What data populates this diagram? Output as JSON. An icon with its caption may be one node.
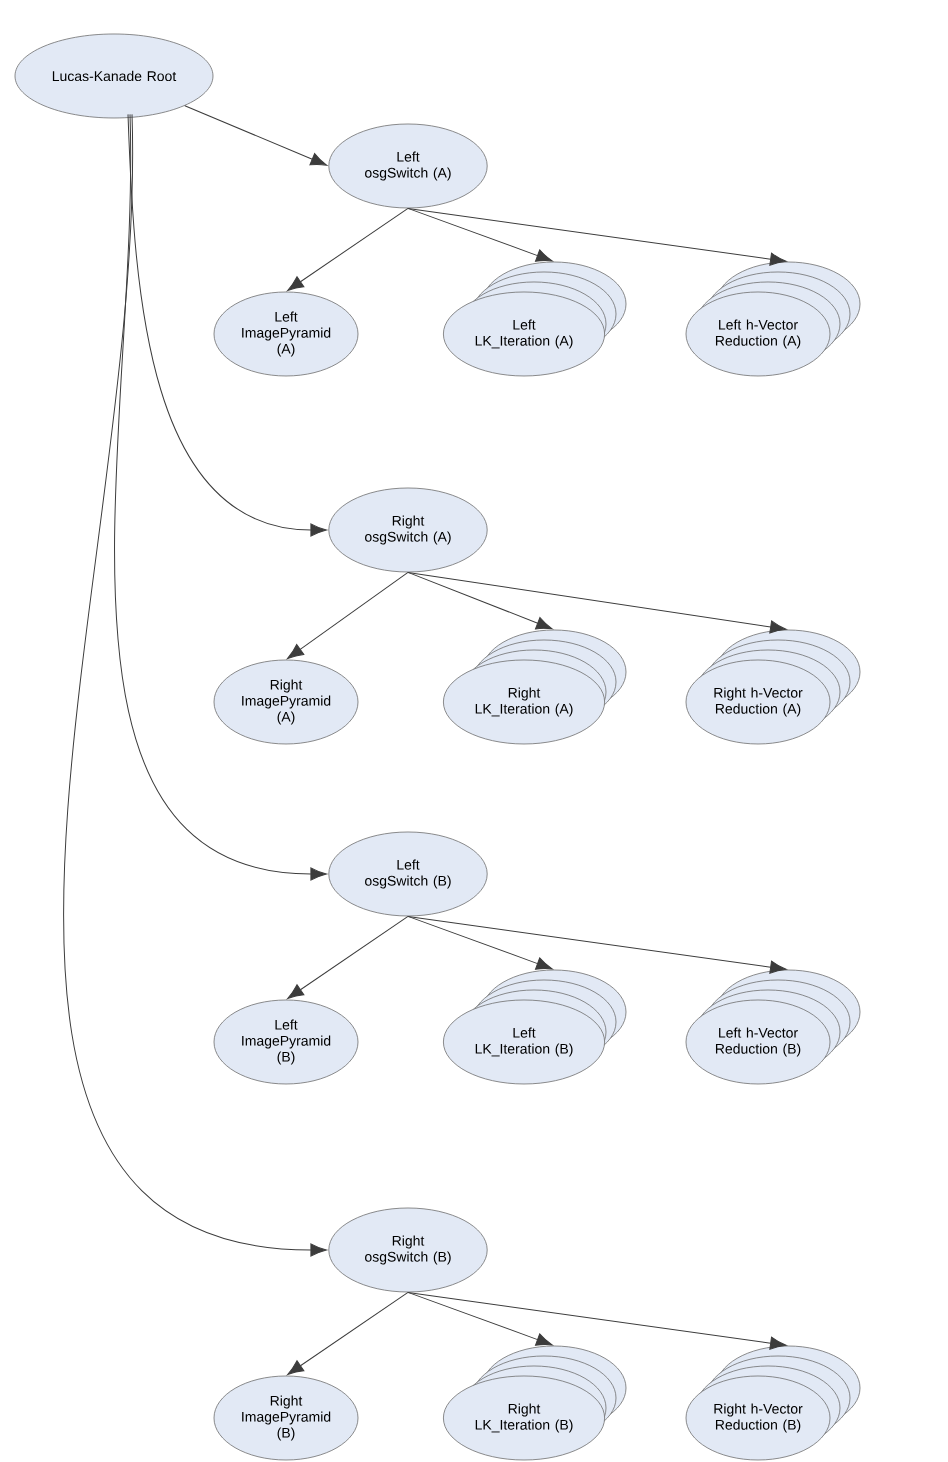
{
  "diagram": {
    "nodes": [
      {
        "text": [
          "Lucas-Kanade Root"
        ]
      },
      {
        "text": [
          "Left osgSwitch (A)"
        ]
      },
      {
        "text": [
          "Left ImagePyramid (A)"
        ]
      },
      {
        "text": [
          "Left LK_Iteration (A)"
        ]
      },
      {
        "text": [
          "Left h-Vector Reduction (A)"
        ]
      },
      {
        "text": [
          "Right osgSwitch (A)"
        ]
      },
      {
        "text": [
          "Right ImagePyramid (A)"
        ]
      },
      {
        "text": [
          "Right LK_Iteration (A)"
        ]
      },
      {
        "text": [
          "Right h-Vector Reduction (A)"
        ]
      },
      {
        "text": [
          "Left osgSwitch (B)"
        ]
      },
      {
        "text": [
          "Left ImagePyramid (B)"
        ]
      },
      {
        "text": [
          "Left LK_Iteration (B)"
        ]
      },
      {
        "text": [
          "Left h-Vector Reduction (B)"
        ]
      },
      {
        "text": [
          "Right osgSwitch (B)"
        ]
      },
      {
        "text": [
          "Right ImagePyramid (B)"
        ]
      },
      {
        "text": [
          "Right LK_Iteration (B)"
        ]
      },
      {
        "text": [
          "Right h-Vector Reduction (B)"
        ]
      }
    ],
    "edges": [
      {
        "from": 0,
        "to": 1,
        "arrow": "to"
      },
      {
        "from": 1,
        "to": 2,
        "arrow": "to"
      },
      {
        "from": 1,
        "to": 3,
        "arrow": "to"
      },
      {
        "from": 1,
        "to": 4,
        "arrow": "to"
      },
      {
        "from": 0,
        "to": 5,
        "arrow": "to"
      },
      {
        "from": 5,
        "to": 6,
        "arrow": "to"
      },
      {
        "from": 5,
        "to": 7,
        "arrow": "to"
      },
      {
        "from": 5,
        "to": 8,
        "arrow": "to"
      },
      {
        "from": 0,
        "to": 9,
        "arrow": "to"
      },
      {
        "from": 9,
        "to": 10,
        "arrow": "to"
      },
      {
        "from": 9,
        "to": 11,
        "arrow": "to"
      },
      {
        "from": 9,
        "to": 12,
        "arrow": "to"
      },
      {
        "from": 0,
        "to": 13,
        "arrow": "to"
      },
      {
        "from": 13,
        "to": 14,
        "arrow": "to"
      },
      {
        "from": 13,
        "to": 15,
        "arrow": "to"
      },
      {
        "from": 13,
        "to": 16,
        "arrow": "to"
      }
    ]
  }
}
